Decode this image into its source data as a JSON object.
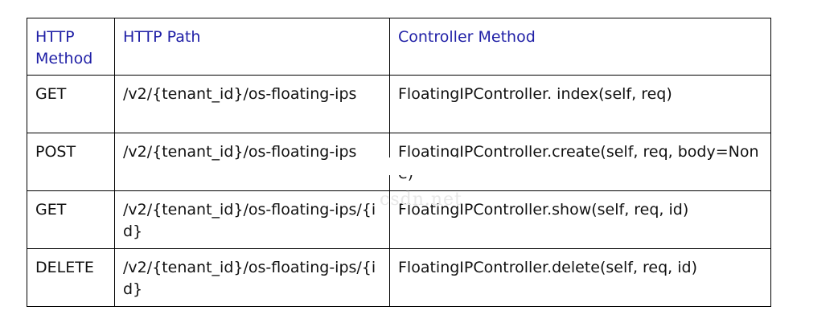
{
  "table": {
    "headers": [
      "HTTP Method",
      "HTTP Path",
      "Controller Method"
    ],
    "rows": [
      {
        "method": "GET",
        "path": "/v2/{tenant_id}/os-floating-ips",
        "controller": "FloatingIPController. index(self, req)"
      },
      {
        "method": "POST",
        "path": "/v2/{tenant_id}/os-floating-ips",
        "controller": "FloatingIPController.create(self, req, body=None)"
      },
      {
        "method": "GET",
        "path": "/v2/{tenant_id}/os-floating-ips/{id}",
        "controller": "FloatingIPController.show(self, req, id)"
      },
      {
        "method": "DELETE",
        "path": "/v2/{tenant_id}/os-floating-ips/{id}",
        "controller": "FloatingIPController.delete(self, req, id)"
      }
    ]
  },
  "watermark": "csdn.net",
  "colors": {
    "header_text": "#1f1fa6",
    "body_text": "#111111",
    "border": "#000000",
    "spellcheck_underline": "#cc2222"
  }
}
